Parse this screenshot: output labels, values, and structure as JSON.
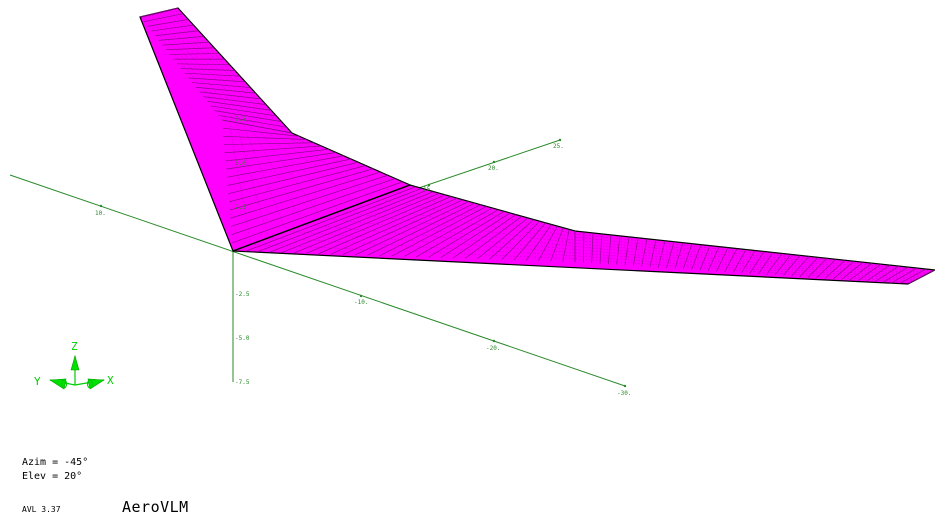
{
  "view": {
    "azim": "Azim = -45°",
    "elev": "Elev = 20°"
  },
  "footer": {
    "version": "AVL 3.37",
    "title": "AeroVLM"
  },
  "axes": {
    "y_pos_labels": [
      "10."
    ],
    "x_pos_labels": [
      "15.",
      "20.",
      "25."
    ],
    "x_neg_labels": [
      "-10.",
      "-20.",
      "-30."
    ],
    "z_labels": [
      "7.5",
      "5.0",
      "2.5",
      "-2.5",
      "-5.0",
      "-7.5"
    ]
  },
  "triad": {
    "z": "Z",
    "y": "Y",
    "x": "X"
  },
  "colors": {
    "wing": "#ff00ff",
    "axes": "#2a8a2a",
    "triad": "#00cc00"
  }
}
